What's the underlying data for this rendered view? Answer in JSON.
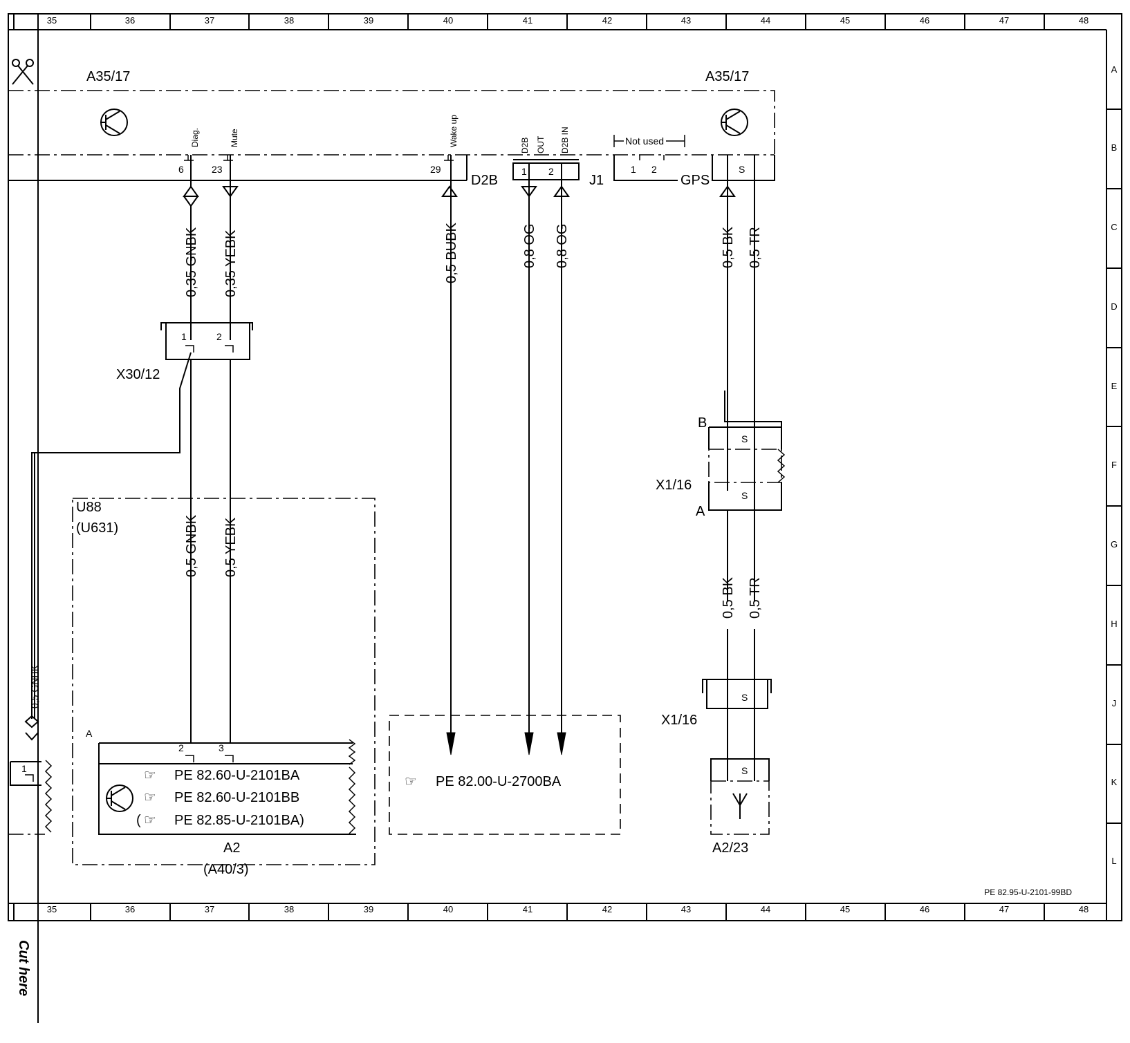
{
  "columns": [
    "35",
    "36",
    "37",
    "38",
    "39",
    "40",
    "41",
    "42",
    "43",
    "44",
    "45",
    "46",
    "47",
    "48"
  ],
  "rows": [
    "A",
    "B",
    "C",
    "D",
    "E",
    "F",
    "G",
    "H",
    "J",
    "K",
    "L"
  ],
  "cut_here": "Cut here",
  "doc_id": "PE 82.95-U-2101-99BD",
  "components": {
    "a35_left": "A35/17",
    "a35_right": "A35/17",
    "d2b": "D2B",
    "j1": "J1",
    "gps": "GPS",
    "not_used": "Not used",
    "x30": "X30/12",
    "u88": "U88",
    "u631": "(U631)",
    "x116_top": "X1/16",
    "x116_bot": "X1/16",
    "a2": "A2",
    "a403": "(A40/3)",
    "a223": "A2/23",
    "conn_a_u88": "A",
    "conn_b": "B",
    "conn_a": "A"
  },
  "pins": {
    "p6": "6",
    "p23": "23",
    "p29": "29",
    "j1_1": "1",
    "j1_2": "2",
    "gps_1": "1",
    "gps_2": "2",
    "x30_1": "1",
    "x30_2": "2",
    "a2_2": "2",
    "a2_3": "3",
    "left_1": "1",
    "s1": "S",
    "s2": "S",
    "s3": "S",
    "s4": "S",
    "s5": "S"
  },
  "signals": {
    "diag": "Diag.",
    "mute": "Mute",
    "wake": "Wake up",
    "d2b": "D2B",
    "out": "OUT",
    "d2bin": "D2B IN"
  },
  "wires": {
    "w1": "0,35 GNBK",
    "w2": "0,35 YEBK",
    "w3": "0,5 BUBK",
    "w4": "0,8 OG",
    "w5": "0,8 OG",
    "w6": "0,5 BK",
    "w7": "0,5 TR",
    "w8": "0,5 GNBK",
    "w9": "0,5 YEBK",
    "w10": "0,5 BK",
    "w11": "0,5 TR",
    "w12": "0,5 GNBK"
  },
  "refs": {
    "r1": "PE 82.60-U-2101BA",
    "r2": "PE 82.60-U-2101BB",
    "r3": "PE 82.85-U-2101BA)",
    "r3_open": "(",
    "r4": "PE 82.00-U-2700BA"
  }
}
